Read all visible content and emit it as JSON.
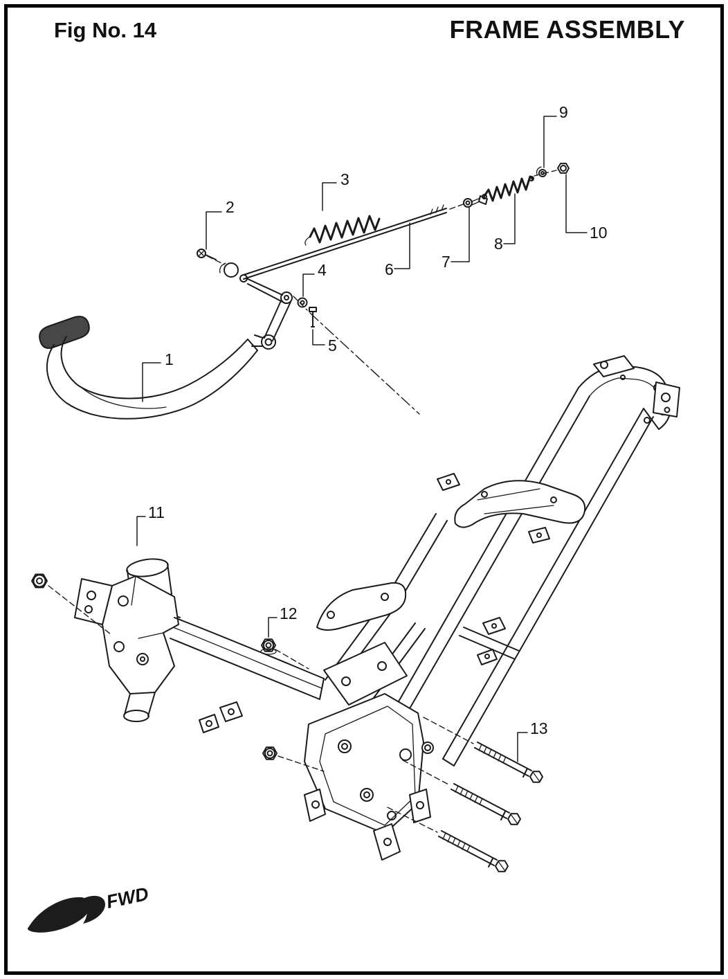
{
  "page": {
    "fig_label": "Fig No. 14",
    "title": "FRAME ASSEMBLY",
    "fwd_label": "FWD"
  },
  "colors": {
    "line": "#1a1a1a",
    "background": "#ffffff",
    "border": "#000000",
    "pad_fill": "#474747"
  },
  "callouts": [
    {
      "id": "1"
    },
    {
      "id": "2"
    },
    {
      "id": "3"
    },
    {
      "id": "4"
    },
    {
      "id": "5"
    },
    {
      "id": "6"
    },
    {
      "id": "7"
    },
    {
      "id": "8"
    },
    {
      "id": "9"
    },
    {
      "id": "10"
    },
    {
      "id": "11"
    },
    {
      "id": "12"
    },
    {
      "id": "13"
    }
  ]
}
